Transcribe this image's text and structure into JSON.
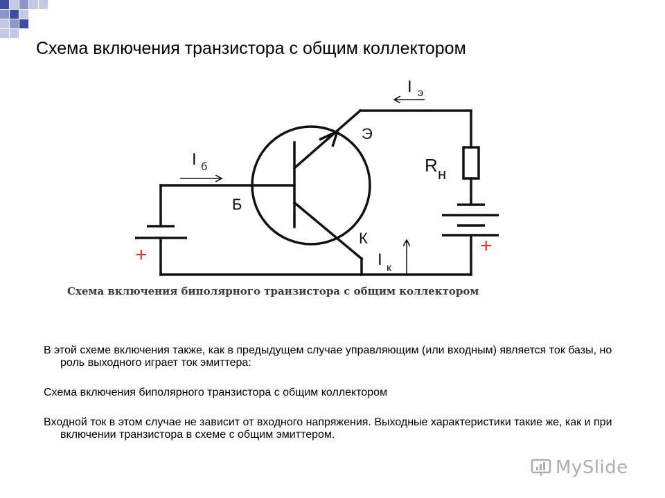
{
  "slide": {
    "title": "Схема включения транзистора с общим коллектором",
    "paragraphs": [
      "В этой схеме включения также, как в предыдущем случае управляющим (или входным) является ток базы, но роль выходного играет ток эмиттера:",
      "Схема включения биполярного транзистора с общим коллектором",
      "Входной ток в этом случае не зависит от входного напряжения. Выходные характеристики такие же, как и при включении транзистора в схеме с общим эмиттером."
    ]
  },
  "diagram": {
    "caption": "Схема включения биполярного транзистора с общим коллектором",
    "labels": {
      "emitter": "Э",
      "base": "Б",
      "collector": "К",
      "load_R": "R",
      "load_sub": "н",
      "current_I": "I",
      "emitter_current_sub": "э",
      "base_current_sub": "б",
      "collector_current_sub": "к",
      "plus_left": "+",
      "plus_right": "+"
    },
    "colors": {
      "wire": "#111111",
      "plus": "#e5332a",
      "caption": "#3a3a3a"
    }
  },
  "watermark": {
    "text": "MySlide",
    "icon": "myslide-logo-icon"
  },
  "decor": {
    "corner_colors": [
      "#3c4fa0",
      "#8b96cf",
      "#c3c9e8"
    ]
  }
}
